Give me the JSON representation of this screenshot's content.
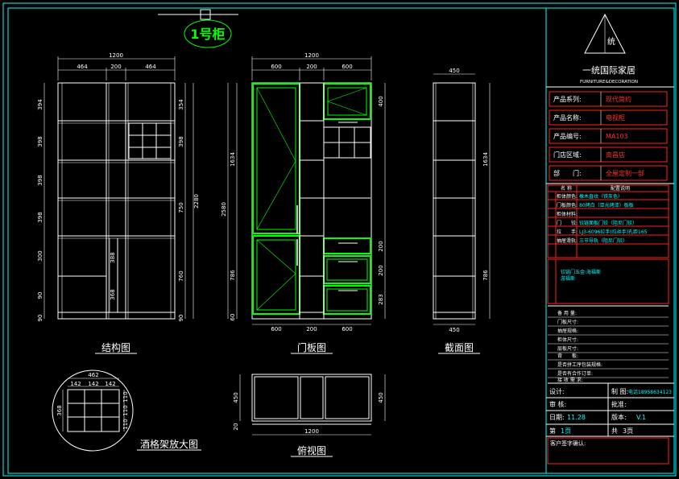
{
  "cabinet_badge": "1号柜",
  "logo": {
    "glyph": "统",
    "brand_cn": "一统国际家居",
    "brand_en": "FURNITURE&DECORATION"
  },
  "info": {
    "series_label": "产品系列:",
    "series_value": "现代简约",
    "name_label": "产品名称:",
    "name_value": "电视柜",
    "code_label": "产品编号:",
    "code_value": "MA103",
    "store_label": "门店区域:",
    "store_value": "南昌店",
    "dept_label": "部　　门:",
    "dept_value": "全屋定制一部"
  },
  "config_header": {
    "name": "名 称",
    "desc": "配置说明"
  },
  "config_rows": [
    {
      "label": "柜体颜色:",
      "value": "橡木直纹（铁灰色）"
    },
    {
      "label": "门板颜色:",
      "value": "80烤白（亚光烤漆）板板"
    },
    {
      "label": "柜体材料:",
      "value": ""
    },
    {
      "label": "门　　铰:",
      "value": "铰链面板门铰（阻尼门铰）"
    },
    {
      "label": "拉　　手:",
      "value": "LJ3-6096拉手(拉丝手)孔距165"
    },
    {
      "label": "抽屉滑轨:",
      "value": "三节导轨（阻尼门铰）"
    }
  ],
  "note_text": "铰链门五金:海福斯\n游福斯",
  "fields": [
    "备 用 量:",
    "门板尺寸:",
    "抽屉规格:",
    "柜体尺寸:",
    "层板尺寸:",
    "背　　板:",
    "是否拼工序包装规格:",
    "是否有合作订单:",
    "接 收 需 求:"
  ],
  "sign": {
    "designer_label": "设计:",
    "drawing_label": "制 图:",
    "drawing_value": "电话18958634123",
    "review_label": "审 核:",
    "approve_label": "批准:",
    "date_label": "日期:",
    "date_value": "11.28",
    "version_label": "版本:",
    "version_value": "V.1",
    "page_label": "第",
    "page_value": "1页",
    "total_label": "共",
    "total_value": "3页",
    "customer_label": "客户签字确认:"
  },
  "views": {
    "structure": {
      "title": "结构图",
      "top_total": "1200",
      "top_parts": [
        "464",
        "200",
        "464"
      ],
      "left_dims": [
        "394",
        "398",
        "398",
        "398",
        "300",
        "90"
      ],
      "right_dims": [
        "354",
        "398",
        "750",
        "760",
        "90"
      ],
      "inner_dims": [
        "388",
        "368"
      ],
      "height": "2280"
    },
    "door": {
      "title": "门板图",
      "top_total": "1200",
      "top_parts": [
        "600",
        "200",
        "600"
      ],
      "bottom_parts": [
        "600",
        "200",
        "600"
      ],
      "left_dims": [
        "1634",
        "786",
        "60"
      ],
      "height": "2580",
      "right_dims": [
        "400",
        "200",
        "200",
        "283"
      ]
    },
    "section": {
      "title": "截面图",
      "top": "450",
      "bottom": "450",
      "right_dims": [
        "1634",
        "786"
      ]
    },
    "shelf": {
      "title": "酒格架放大图",
      "top_total": "462",
      "top_parts": [
        "142",
        "142",
        "142"
      ],
      "left_dim": "368",
      "right_dims": [
        "110",
        "110",
        "110"
      ]
    },
    "plan": {
      "title": "俯视图",
      "width": "1200",
      "depth": "450",
      "base": "20"
    }
  }
}
